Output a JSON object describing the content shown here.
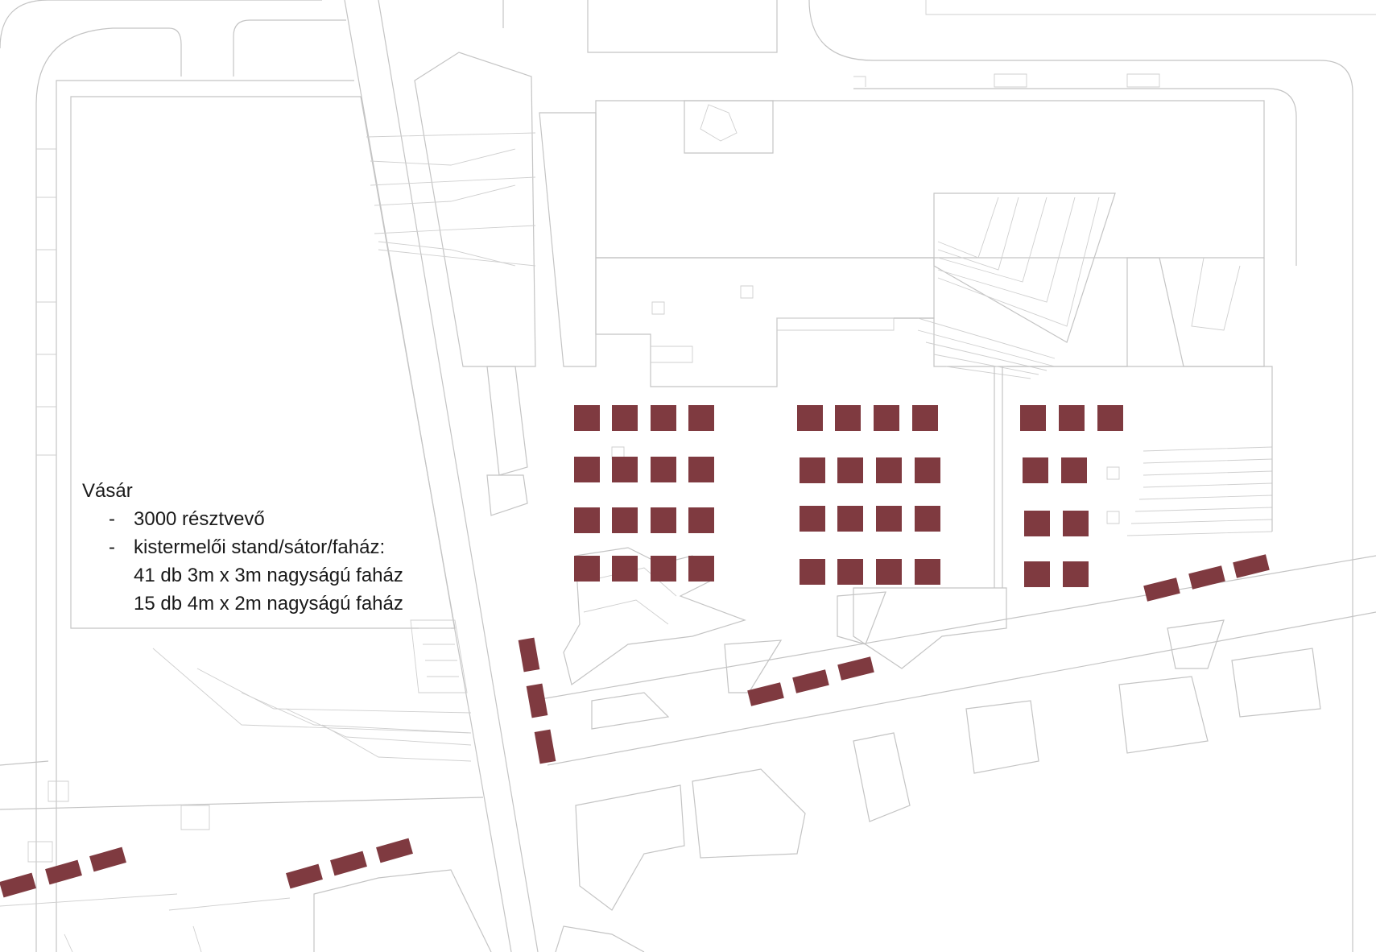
{
  "legend": {
    "title": "Vásár",
    "bullet": "-",
    "items": [
      "3000 résztvevő",
      "kistermelői stand/sátor/faház:"
    ],
    "details": [
      "41 db 3m x 3m nagyságú faház",
      "15 db 4m x 2m nagyságú faház"
    ]
  },
  "colors": {
    "booth": "#7f3a40",
    "linework": "#c4c4c4",
    "background": "#ffffff"
  }
}
